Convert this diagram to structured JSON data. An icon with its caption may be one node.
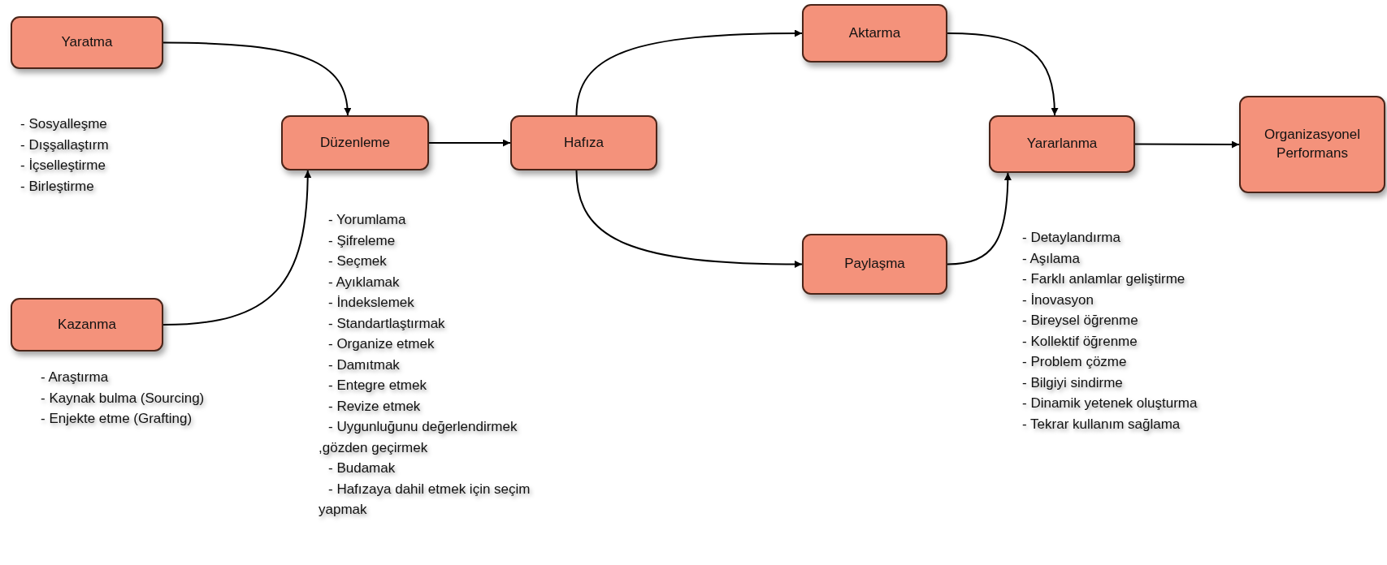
{
  "diagram": {
    "nodes": [
      {
        "text": [
          "Yaratma"
        ],
        "beside": [
          "- Sosyalleşme",
          "- Dışşallaştırm",
          "- İçselleştirme",
          "- Birleştirme"
        ]
      },
      {
        "text": [
          "Kazanma"
        ],
        "beside": [
          "- Araştırma",
          "- Kaynak bulma (Sourcing)",
          "- Enjekte etme (Grafting)"
        ]
      },
      {
        "text": [
          "Düzenleme"
        ],
        "beside": [
          "- Yorumlama",
          "- Şifreleme",
          "- Seçmek",
          "- Ayıklamak",
          "- İndekslemek",
          "- Standartlaştırmak",
          "- Organize etmek",
          "- Damıtmak",
          "- Entegre etmek",
          "- Revize etmek",
          "- Uygunluğunu değerlendirmek ,gözden geçirmek",
          "- Budamak",
          "- Hafızaya dahil etmek için seçim yapmak"
        ]
      },
      {
        "text": [
          "Hafıza"
        ]
      },
      {
        "text": [
          "Aktarma"
        ]
      },
      {
        "text": [
          "Paylaşma"
        ]
      },
      {
        "text": [
          "Yararlanma"
        ],
        "beside": [
          "- Detaylandırma",
          "- Aşılama",
          "- Farklı anlamlar geliştirme",
          "- İnovasyon",
          "- Bireysel öğrenme",
          "- Kollektif öğrenme",
          "- Problem çözme",
          "- Bilgiyi sindirme",
          "- Dinamik yetenek oluşturma",
          "- Tekrar kullanım sağlama"
        ]
      },
      {
        "text": [
          "Organizasyonel Performans"
        ]
      }
    ],
    "edges": [
      {
        "from": 0,
        "to": 2,
        "arrow": "to"
      },
      {
        "from": 1,
        "to": 2,
        "arrow": "to"
      },
      {
        "from": 2,
        "to": 3,
        "arrow": "to"
      },
      {
        "from": 3,
        "to": 4,
        "arrow": "to"
      },
      {
        "from": 3,
        "to": 5,
        "arrow": "to"
      },
      {
        "from": 4,
        "to": 6,
        "arrow": "to"
      },
      {
        "from": 5,
        "to": 6,
        "arrow": "to"
      },
      {
        "from": 6,
        "to": 7,
        "arrow": "to"
      }
    ]
  }
}
